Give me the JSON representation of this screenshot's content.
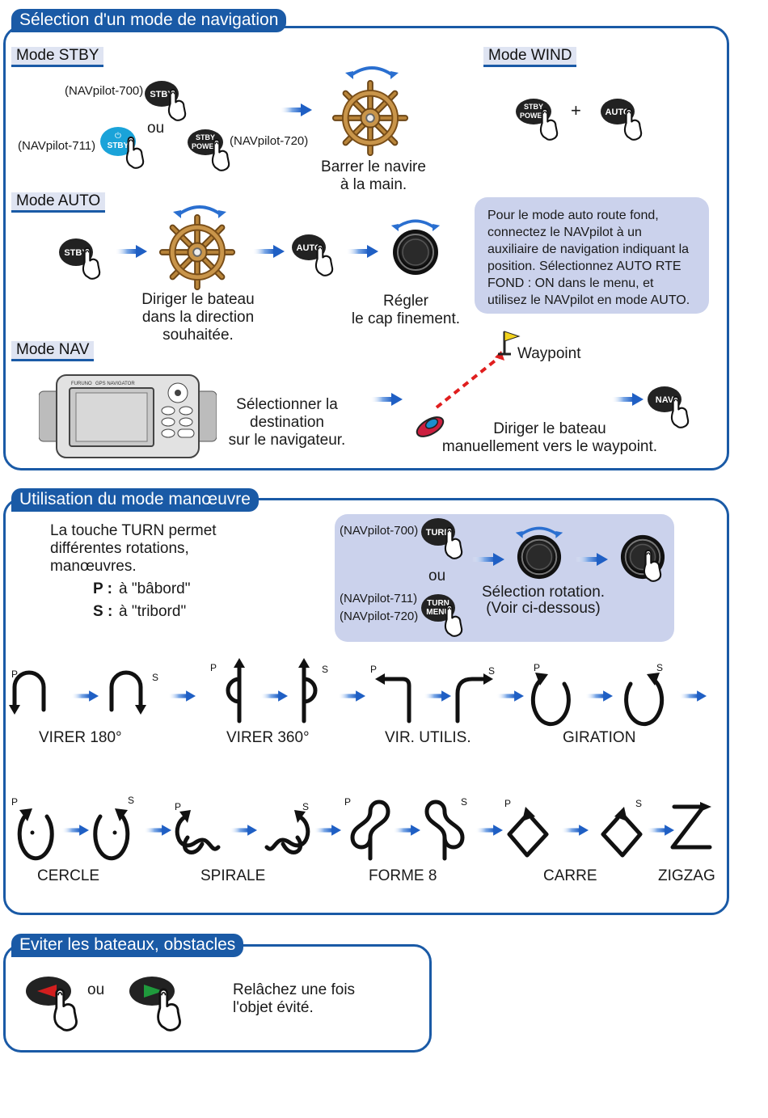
{
  "sections": {
    "navigation": {
      "title": "Sélection d'un mode de navigation",
      "stby": {
        "title": "Mode STBY",
        "model_700": "(NAVpilot-700)",
        "model_711": "(NAVpilot-711)",
        "model_720": "(NAVpilot-720)",
        "or": "ou",
        "key_stby": "STBY",
        "key_stby_power_line1": "STBY",
        "key_stby_power_line2": "POWER",
        "caption_line1": "Barrer le navire",
        "caption_line2": "à la main."
      },
      "wind": {
        "title": "Mode WIND",
        "plus": "+",
        "key_auto": "AUTO"
      },
      "auto": {
        "title": "Mode AUTO",
        "caption1_line1": "Diriger le bateau",
        "caption1_line2": "dans la direction",
        "caption1_line3": "souhaitée.",
        "caption2_line1": "Régler",
        "caption2_line2": "le cap finement.",
        "info_lines": [
          "Pour le mode auto route fond,",
          "connectez le NAVpilot à un",
          "auxiliaire de navigation indiquant la",
          "position. Sélectionnez AUTO RTE",
          "FOND : ON dans le menu, et",
          "utilisez le NAVpilot en mode AUTO."
        ]
      },
      "nav": {
        "title": "Mode NAV",
        "device_brand": "FURUNO",
        "device_name": "GPS NAVIGATOR",
        "caption1_line1": "Sélectionner la",
        "caption1_line2": "destination",
        "caption1_line3": "sur le navigateur.",
        "waypoint": "Waypoint",
        "caption2_line1": "Diriger le bateau",
        "caption2_line2": "manuellement vers le waypoint.",
        "key_nav": "NAV"
      }
    },
    "maneuver": {
      "title": "Utilisation du mode manœuvre",
      "desc_line1": "La touche TURN permet",
      "desc_line2": "différentes rotations,",
      "desc_line3": "manœuvres.",
      "p_key": "P :",
      "p_text": "à \"bâbord\"",
      "s_key": "S :",
      "s_text": "à \"tribord\"",
      "model_700": "(NAVpilot-700)",
      "model_711": "(NAVpilot-711)",
      "model_720": "(NAVpilot-720)",
      "or": "ou",
      "key_turn": "TURN",
      "key_turn_menu_line1": "TURN",
      "key_turn_menu_line2": "MENU",
      "select_line1": "Sélection rotation.",
      "select_line2": "(Voir ci-dessous)",
      "p": "P",
      "s": "S",
      "patterns_row1": [
        "VIRER 180°",
        "VIRER 360°",
        "VIR. UTILIS.",
        "GIRATION"
      ],
      "patterns_row2": [
        "CERCLE",
        "SPIRALE",
        "FORME 8",
        "CARRE",
        "ZIGZAG"
      ]
    },
    "avoid": {
      "title": "Eviter les bateaux, obstacles",
      "or": "ou",
      "text_line1": "Relâchez une fois",
      "text_line2": "l'objet évité."
    }
  },
  "colors": {
    "brand_blue": "#1a5aa6",
    "info_bg": "#cbd2ec",
    "arrow_blue": "#2a6fd0",
    "key_black": "#222222",
    "key_cyan": "#1aa3d9",
    "port_red": "#d21e1e",
    "starboard_green": "#1f9a3c",
    "wheel_brown": "#b07a32"
  }
}
